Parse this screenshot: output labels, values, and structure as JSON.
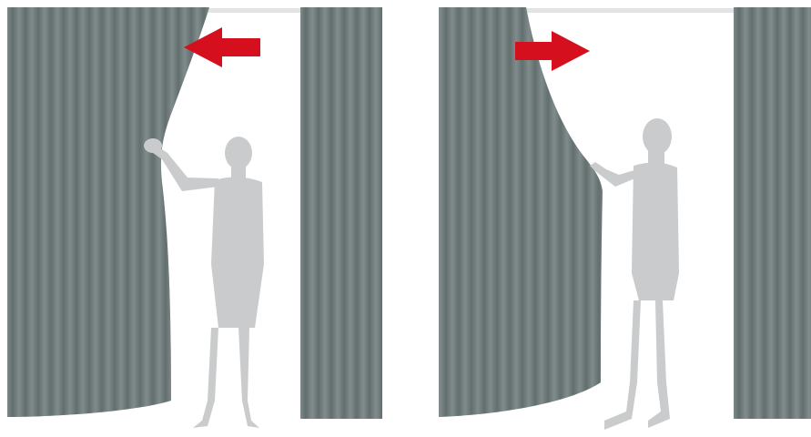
{
  "colors": {
    "background": "#ffffff",
    "curtain": "#6f7b7b",
    "curtain_fold_dark": "#5d6868",
    "curtain_fold_light": "#8c9898",
    "rod": "#e2e4e4",
    "person": "#c9cbcc",
    "arrow": "#d50f1d"
  },
  "panels": [
    {
      "action": "pull-left",
      "arrow_direction": "left"
    },
    {
      "action": "pull-right",
      "arrow_direction": "right"
    }
  ]
}
